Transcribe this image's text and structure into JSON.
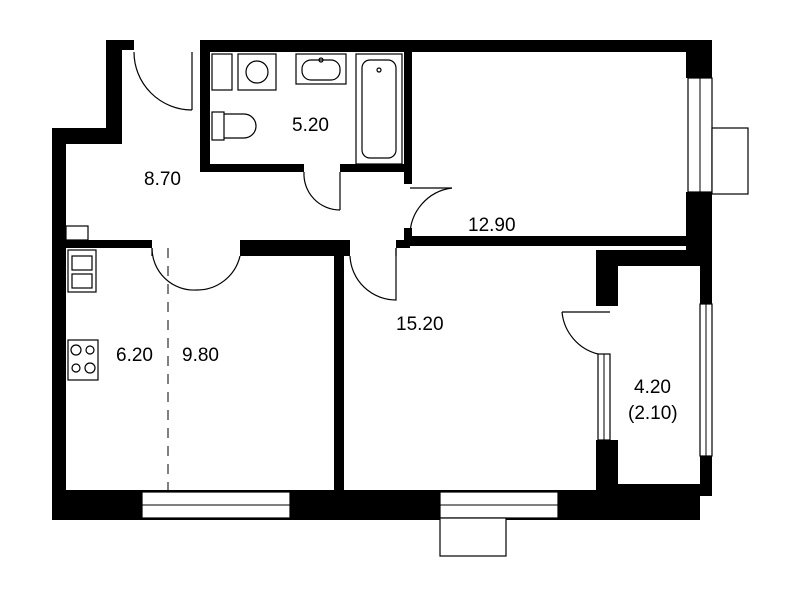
{
  "rooms": [
    {
      "id": "hallway",
      "area": "8.70"
    },
    {
      "id": "bathroom",
      "area": "5.20"
    },
    {
      "id": "bedroom",
      "area": "12.90"
    },
    {
      "id": "kitchen-zone",
      "area": "6.20"
    },
    {
      "id": "dining-zone",
      "area": "9.80"
    },
    {
      "id": "living-room",
      "area": "15.20"
    },
    {
      "id": "balcony",
      "area": "4.20",
      "area_reduced": "(2.10)"
    }
  ],
  "colors": {
    "wall": "#000000",
    "floor": "#ffffff",
    "line": "#000000"
  },
  "icons": [
    "washing-machine-icon",
    "sink-icon",
    "bathtub-icon",
    "toilet-icon",
    "kitchen-sink-icon",
    "stove-icon",
    "door-swing-icon",
    "window-icon"
  ]
}
